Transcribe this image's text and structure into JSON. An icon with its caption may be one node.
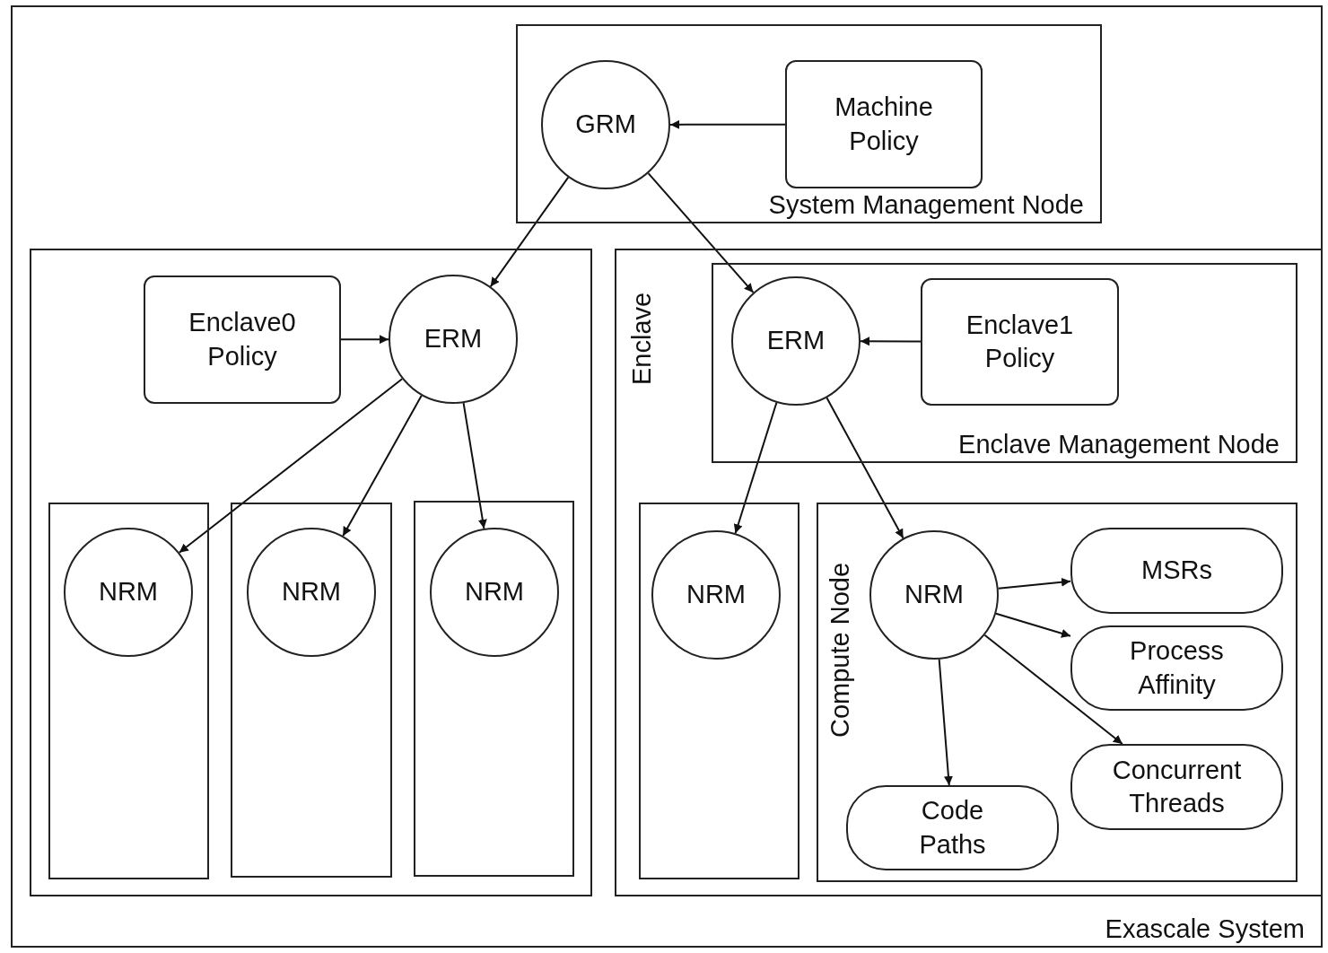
{
  "diagram": {
    "nodes": [
      {
        "text": [
          "Exascale System"
        ]
      },
      {
        "text": [
          "System Management Node"
        ],
        "in": 0
      },
      {
        "text": [
          "GRM"
        ],
        "in": 1
      },
      {
        "text": [
          "Machine Policy"
        ],
        "in": 1
      },
      {
        "text": [],
        "shape": "box",
        "in": 0
      },
      {
        "text": [
          "Enclave0 Policy"
        ],
        "in": 4
      },
      {
        "text": [
          "ERM"
        ],
        "in": 4
      },
      {
        "text": [],
        "shape": "box",
        "in": 4
      },
      {
        "text": [],
        "shape": "box",
        "in": 4
      },
      {
        "text": [],
        "shape": "box",
        "in": 4
      },
      {
        "text": [
          "NRM"
        ],
        "in": 7
      },
      {
        "text": [
          "NRM"
        ],
        "in": 8
      },
      {
        "text": [
          "NRM"
        ],
        "in": 9
      },
      {
        "text": [
          "Enclave"
        ],
        "in": 0
      },
      {
        "text": [
          "Enclave Management Node"
        ],
        "in": 13
      },
      {
        "text": [
          "ERM"
        ],
        "in": 14
      },
      {
        "text": [
          "Enclave1 Policy"
        ],
        "in": 14
      },
      {
        "text": [],
        "shape": "box",
        "in": 13
      },
      {
        "text": [
          "NRM"
        ],
        "in": 17
      },
      {
        "text": [
          "Compute Node"
        ],
        "in": 13
      },
      {
        "text": [
          "NRM"
        ],
        "in": 19
      },
      {
        "text": [
          "MSRs"
        ],
        "in": 19
      },
      {
        "text": [
          "Process Affinity"
        ],
        "in": 19
      },
      {
        "text": [
          "Concurrent Threads"
        ],
        "in": 19
      },
      {
        "text": [
          "Code Paths"
        ],
        "in": 19
      }
    ],
    "edges": [
      {
        "from": 3,
        "to": 2,
        "arrow": "to"
      },
      {
        "from": 2,
        "to": 6,
        "arrow": "to"
      },
      {
        "from": 2,
        "to": 15,
        "arrow": "to"
      },
      {
        "from": 5,
        "to": 6,
        "arrow": "to"
      },
      {
        "from": 6,
        "to": 10,
        "arrow": "to"
      },
      {
        "from": 6,
        "to": 11,
        "arrow": "to"
      },
      {
        "from": 6,
        "to": 12,
        "arrow": "to"
      },
      {
        "from": 16,
        "to": 15,
        "arrow": "to"
      },
      {
        "from": 15,
        "to": 18,
        "arrow": "to"
      },
      {
        "from": 15,
        "to": 20,
        "arrow": "to"
      },
      {
        "from": 20,
        "to": 21,
        "arrow": "to"
      },
      {
        "from": 20,
        "to": 22,
        "arrow": "to"
      },
      {
        "from": 20,
        "to": 23,
        "arrow": "to"
      },
      {
        "from": 20,
        "to": 24,
        "arrow": "to"
      }
    ]
  }
}
